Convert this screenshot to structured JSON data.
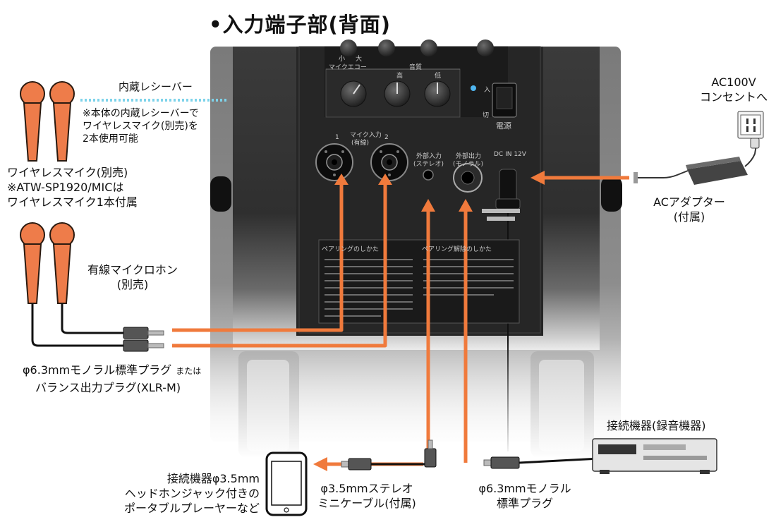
{
  "title": "•入力端子部(背面)",
  "panel": {
    "mic_echo": "マイクエコー",
    "tone": "音質",
    "tone_high": "高",
    "tone_low": "低",
    "small": "小",
    "large": "大",
    "power_on": "入",
    "power_off": "切",
    "power": "電源",
    "mic_in": "マイク入力",
    "mic_in_sub": "(有線)",
    "ch1": "1",
    "ch2": "2",
    "ext_in": "外部入力",
    "ext_in_sub": "(ステレオ)",
    "ext_out": "外部出力",
    "ext_out_sub": "(モノラル)",
    "dc_in": "DC IN 12V",
    "label_pairing": "ペアリングのしかた",
    "label_unpairing": "ペアリング解除のしかた"
  },
  "labels": {
    "builtin_receiver": "内蔵レシーバー",
    "receiver_note": [
      "※本体の内蔵レシーバーで",
      "ワイヤレスマイク(別売)を",
      "2本使用可能"
    ],
    "wireless_mic": [
      "ワイヤレスマイク(別売)",
      "※ATW-SP1920/MICは",
      "ワイヤレスマイク1本付属"
    ],
    "wired_mic": [
      "有線マイクロホン",
      "(別売)"
    ],
    "plug_main": "φ6.3mmモノラル標準プラグ",
    "plug_or": "または",
    "plug_alt": "バランス出力プラグ(XLR-M)",
    "ac_outlet": [
      "AC100V",
      "コンセントへ"
    ],
    "ac_adapter": [
      "ACアダプター",
      "(付属)"
    ],
    "device_recorder": "接続機器(録音機器)",
    "portable_player": [
      "接続機器φ3.5mm",
      "ヘッドホンジャック付きの",
      "ポータブルプレーヤーなど"
    ],
    "stereo_cable": [
      "φ3.5mmステレオ",
      "ミニケーブル(付属)"
    ],
    "mono_plug": [
      "φ6.3mmモノラル",
      "標準プラグ"
    ]
  },
  "colors": {
    "arrow": "#f07a3c",
    "mic_body": "#ee7c4a",
    "receiver_dots": "#7ed3ea",
    "speaker_dark": "#3a3a3a"
  }
}
